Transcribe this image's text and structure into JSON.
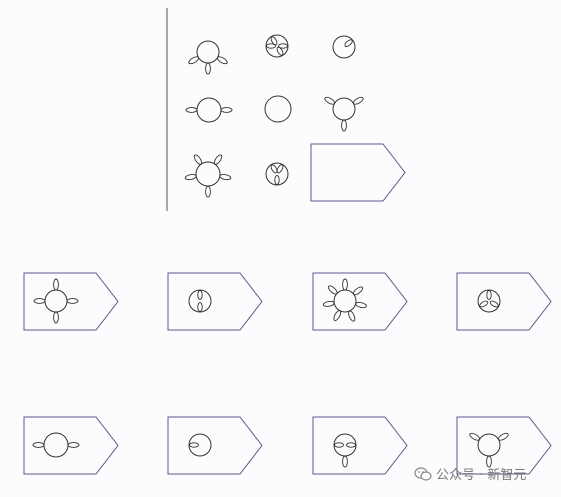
{
  "puzzle": {
    "matrix_cells": [
      {
        "id": "r1c1",
        "item": "circle-with-3-petals"
      },
      {
        "id": "r1c2",
        "item": "circle-with-4-inner-petals"
      },
      {
        "id": "r1c3",
        "item": "circle-with-1-inner-petal"
      },
      {
        "id": "r2c1",
        "item": "circle-with-2-petals"
      },
      {
        "id": "r2c2",
        "item": "plain-circle"
      },
      {
        "id": "r2c3",
        "item": "circle-with-3-petals"
      },
      {
        "id": "r3c1",
        "item": "circle-with-5-petals"
      },
      {
        "id": "r3c2",
        "item": "circle-with-3-inner-petals"
      },
      {
        "id": "r3c3",
        "item": "empty-answer-slot"
      }
    ],
    "answer_options": [
      {
        "id": "option-1",
        "item": "circle-with-4-petals"
      },
      {
        "id": "option-2",
        "item": "circle-with-2-inner-petals"
      },
      {
        "id": "option-3",
        "item": "circle-with-7-petals"
      },
      {
        "id": "option-4",
        "item": "circle-with-3-inner-petals"
      },
      {
        "id": "option-5",
        "item": "circle-with-2-petals"
      },
      {
        "id": "option-6",
        "item": "circle-with-1-inner-petal"
      },
      {
        "id": "option-7",
        "item": "circle-with-2-inner-and-1-outer-petals"
      },
      {
        "id": "option-8",
        "item": "circle-with-3-petals"
      }
    ]
  },
  "watermark": {
    "text": "公众号 · 新智元",
    "icon": "wechat-icon"
  },
  "colors": {
    "stroke": "#333333",
    "option_border": "#5a5a8a",
    "background": "#fdfbfd"
  }
}
